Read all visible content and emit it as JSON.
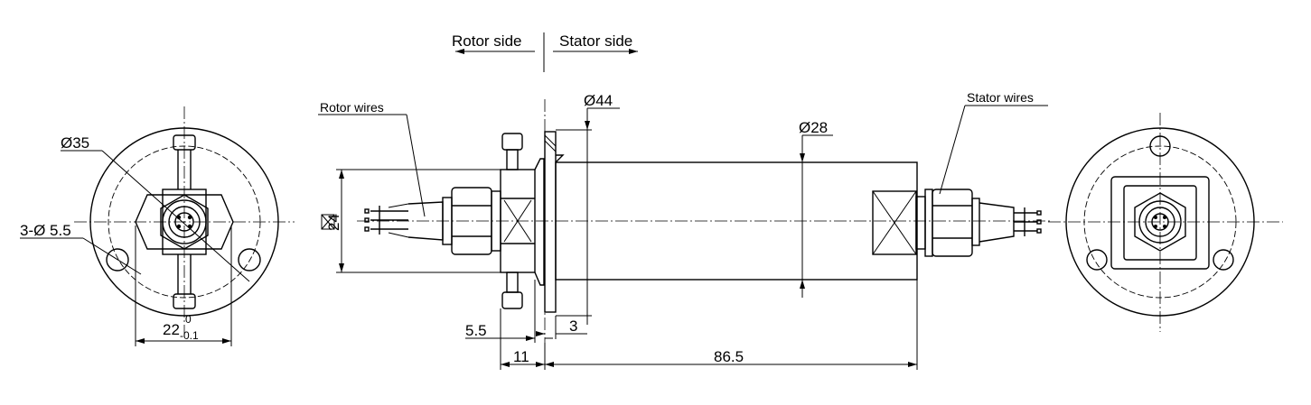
{
  "labels": {
    "rotor_side": "Rotor side",
    "stator_side": "Stator side",
    "rotor_wires": "Rotor wires",
    "stator_wires": "Stator wires"
  },
  "dimensions": {
    "dia35": "Ø35",
    "holes": "3-Ø 5.5",
    "width22": "22",
    "tol_upper": "0",
    "tol_lower": "-0.1",
    "square24": "24",
    "dia44": "Ø44",
    "dia28": "Ø28",
    "d5_5": "5.5",
    "d3": "3",
    "d11": "11",
    "d86_5": "86.5"
  }
}
